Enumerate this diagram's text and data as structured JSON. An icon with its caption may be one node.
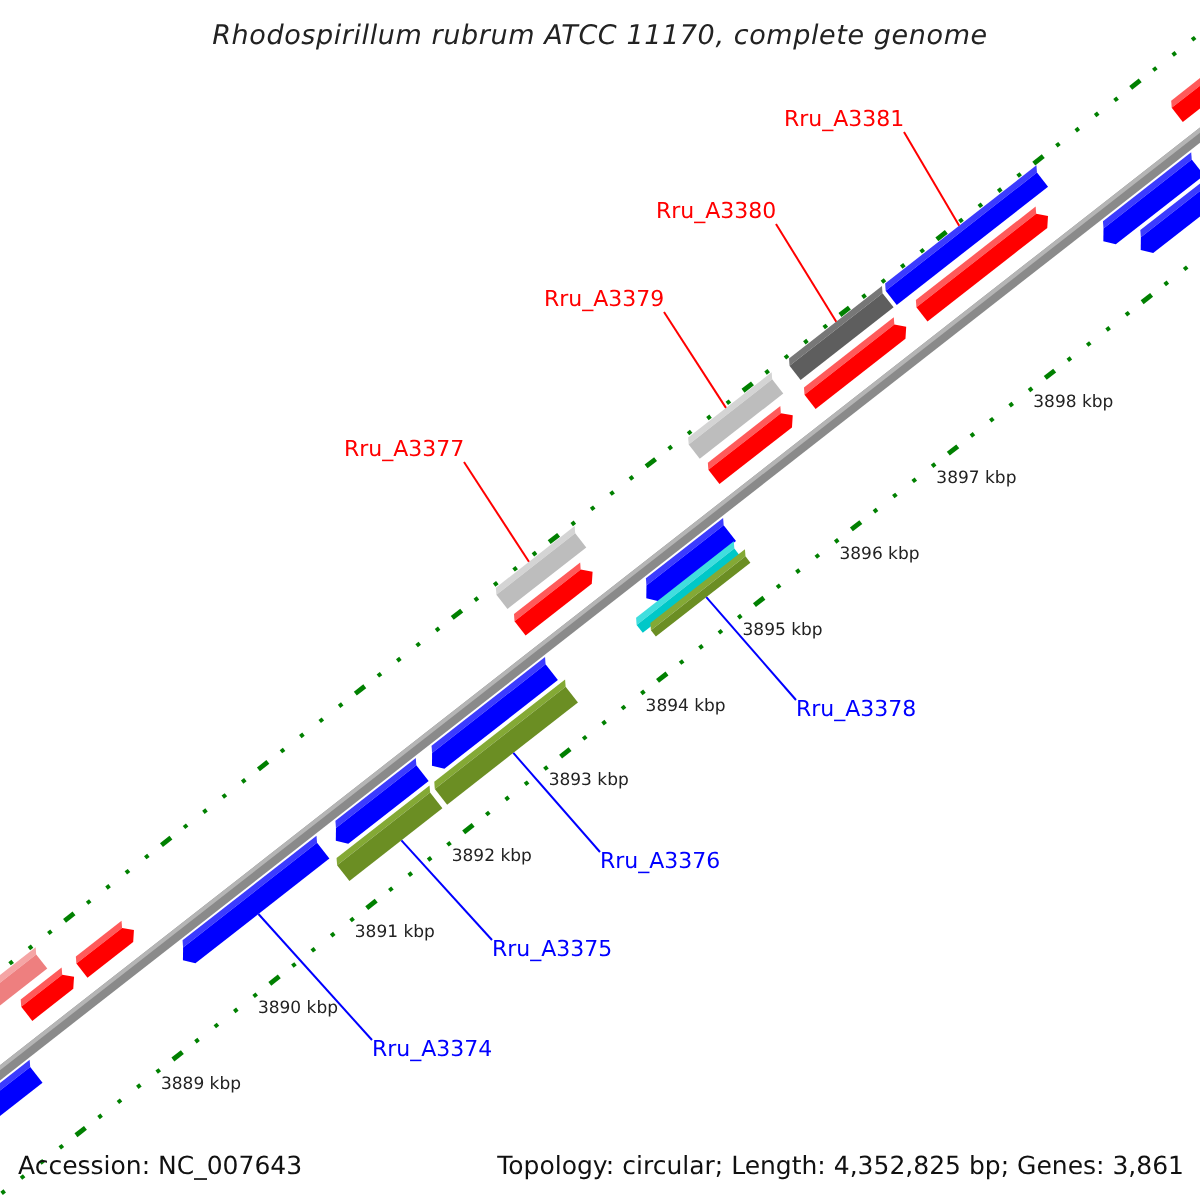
{
  "diagram": {
    "title": "Rhodospirillum rubrum ATCC 11170, complete genome",
    "nodes": [
      {
        "text": [
          "Rru_A3381"
        ]
      },
      {
        "text": [
          "Rru_A3380"
        ]
      },
      {
        "text": [
          "Rru_A3379"
        ]
      },
      {
        "text": [
          "Rru_A3377"
        ]
      },
      {
        "text": [
          "Rru_A3378"
        ]
      },
      {
        "text": [
          "Rru_A3376"
        ]
      },
      {
        "text": [
          "Rru_A3375"
        ]
      },
      {
        "text": [
          "Rru_A3374"
        ]
      },
      {
        "text": [],
        "shape": "bar"
      },
      {
        "text": [],
        "shape": "bar"
      },
      {
        "text": [],
        "shape": "bar"
      },
      {
        "text": [],
        "shape": "bar"
      },
      {
        "text": [],
        "shape": "bar"
      },
      {
        "text": [],
        "shape": "bar"
      },
      {
        "text": [],
        "shape": "bar"
      },
      {
        "text": [],
        "shape": "bar"
      }
    ],
    "edges": [
      {
        "from": 0,
        "to": 15,
        "arrow": "none",
        "color": "#ff0000"
      },
      {
        "from": 1,
        "to": 14,
        "arrow": "none",
        "color": "#ff0000"
      },
      {
        "from": 2,
        "to": 13,
        "arrow": "none",
        "color": "#ff0000"
      },
      {
        "from": 3,
        "to": 11,
        "arrow": "none",
        "color": "#ff0000"
      },
      {
        "from": 4,
        "to": 12,
        "arrow": "none",
        "color": "#0000ff"
      },
      {
        "from": 5,
        "to": 10,
        "arrow": "none",
        "color": "#0000ff"
      },
      {
        "from": 6,
        "to": 9,
        "arrow": "none",
        "color": "#0000ff"
      },
      {
        "from": 7,
        "to": 8,
        "arrow": "none",
        "color": "#0000ff"
      }
    ],
    "labels": [
      "3898 kbp",
      "3897 kbp",
      "3896 kbp",
      "3895 kbp",
      "3894 kbp",
      "3893 kbp",
      "3892 kbp",
      "3891 kbp",
      "3890 kbp",
      "3889 kbp",
      "Accession: NC_007643",
      "Topology: circular; Length: 4,352,825 bp; Genes: 3,861"
    ]
  }
}
